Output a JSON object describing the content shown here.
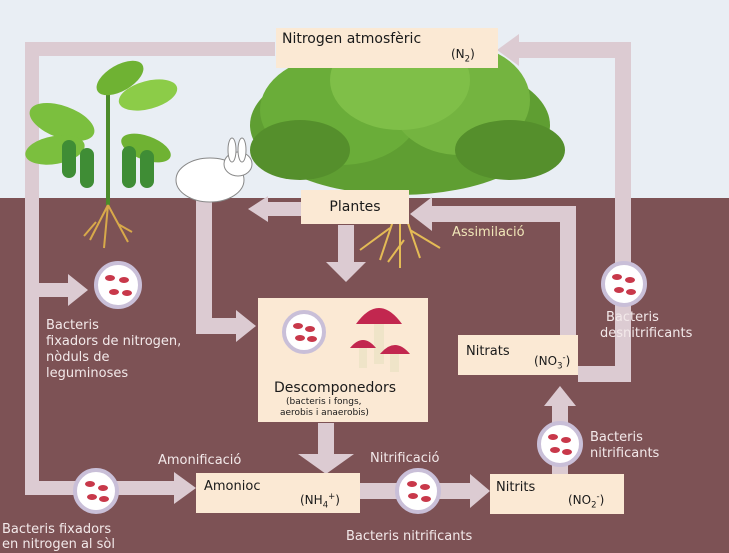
{
  "nodes": {
    "atmosphere": {
      "label": "Nitrogen atmosfèric",
      "formula": "(N",
      "formula_sub": "2",
      "formula_end": ")"
    },
    "plants": {
      "label": "Plantes"
    },
    "decomposers": {
      "label": "Descomponedors",
      "note_line1": "(bacteris i fongs,",
      "note_line2": "aerobis i anaerobis)"
    },
    "ammonium": {
      "label": "Amonioc",
      "formula": "(NH",
      "formula_sub": "4",
      "formula_sup": "+",
      "formula_end": ")"
    },
    "nitrites": {
      "label": "Nitrits",
      "formula": "(NO",
      "formula_sub": "2",
      "formula_sup": "-",
      "formula_end": ")"
    },
    "nitrates": {
      "label": "Nitrats",
      "formula": "(NO",
      "formula_sub": "3",
      "formula_sup": "-",
      "formula_end": ")"
    }
  },
  "process_labels": {
    "assimilation": "Assimilació",
    "ammonification": "Amonificació",
    "nitrification": "Nitrificació"
  },
  "bacteria_labels": {
    "nodule_fixers": [
      "Bacteris",
      "fixadors de nitrogen,",
      "nòduls de",
      "leguminoses"
    ],
    "soil_fixers": [
      "Bacteris fixadors",
      "en nitrogen al sòl"
    ],
    "nitrifying_bottom": "Bacteris nitrificants",
    "nitrifying_right": [
      "Bacteris",
      "nitrificants"
    ],
    "denitrifying": [
      "Bacteris",
      "desnitrificants"
    ]
  },
  "colors": {
    "sky": "#e9eef4",
    "soil": "#7d5255",
    "arrow": "#dccbd2",
    "box": "#fbe9d4",
    "bacteria_cell": "#c8384a",
    "mushroom_cap": "#c2274f"
  }
}
